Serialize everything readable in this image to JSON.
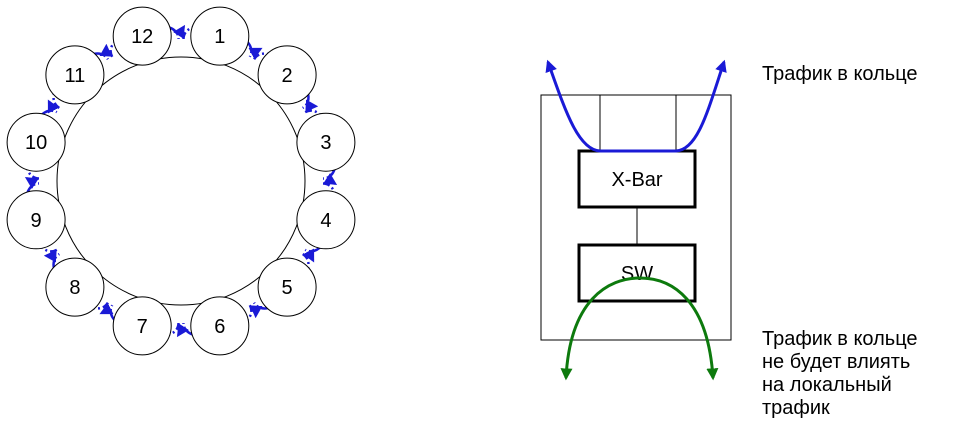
{
  "ring": {
    "nodes": [
      {
        "id": "1",
        "label": "1"
      },
      {
        "id": "2",
        "label": "2"
      },
      {
        "id": "3",
        "label": "3"
      },
      {
        "id": "4",
        "label": "4"
      },
      {
        "id": "5",
        "label": "5"
      },
      {
        "id": "6",
        "label": "6"
      },
      {
        "id": "7",
        "label": "7"
      },
      {
        "id": "8",
        "label": "8"
      },
      {
        "id": "9",
        "label": "9"
      },
      {
        "id": "10",
        "label": "10"
      },
      {
        "id": "11",
        "label": "11"
      },
      {
        "id": "12",
        "label": "12"
      }
    ],
    "traffic_color": "#1a1ad6"
  },
  "switch_diagram": {
    "xbar_label": "X-Bar",
    "sw_label": "SW",
    "ring_traffic_color": "#1a1ad6",
    "local_traffic_color": "#0d7a0d"
  },
  "captions": {
    "ring_traffic": "Трафик в кольце",
    "local_note_lines": [
      "Трафик в кольце",
      "не будет влиять",
      "на локальный",
      "трафик"
    ]
  }
}
